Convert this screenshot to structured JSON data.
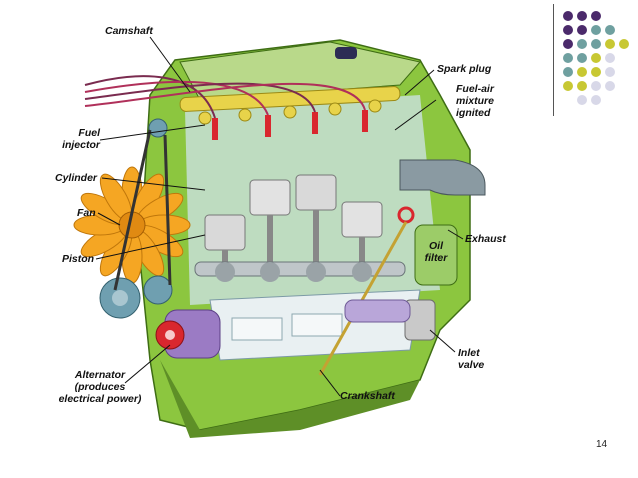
{
  "diagram": {
    "labels": {
      "camshaft": "Camshaft",
      "spark_plug": "Spark plug",
      "fuel_air_1": "Fuel-air",
      "fuel_air_2": "mixture",
      "fuel_air_3": "ignited",
      "fuel_injector_1": "Fuel",
      "fuel_injector_2": "injector",
      "cylinder": "Cylinder",
      "fan": "Fan",
      "piston": "Piston",
      "exhaust": "Exhaust",
      "oil_filter_1": "Oil",
      "oil_filter_2": "filter",
      "inlet_valve_1": "Inlet",
      "inlet_valve_2": "valve",
      "alternator_1": "Alternator",
      "alternator_2": "(produces",
      "alternator_3": "electrical power)",
      "crankshaft": "Crankshaft"
    }
  },
  "slide": {
    "page_number": "14"
  },
  "colors": {
    "engine_block": "#8cc63f",
    "engine_dark": "#5e8f27",
    "fan": "#f5a623",
    "pulley": "#6f9fb0",
    "alternator": "#9b7bc4",
    "piston": "#d9d9d9",
    "camshaft": "#e8d34a",
    "spark_plug": "#d9272e",
    "deco_purple": "#4b2a6b",
    "deco_teal": "#6fa0a0",
    "deco_yellow": "#c8c833",
    "deco_light": "#d8d8e8"
  }
}
